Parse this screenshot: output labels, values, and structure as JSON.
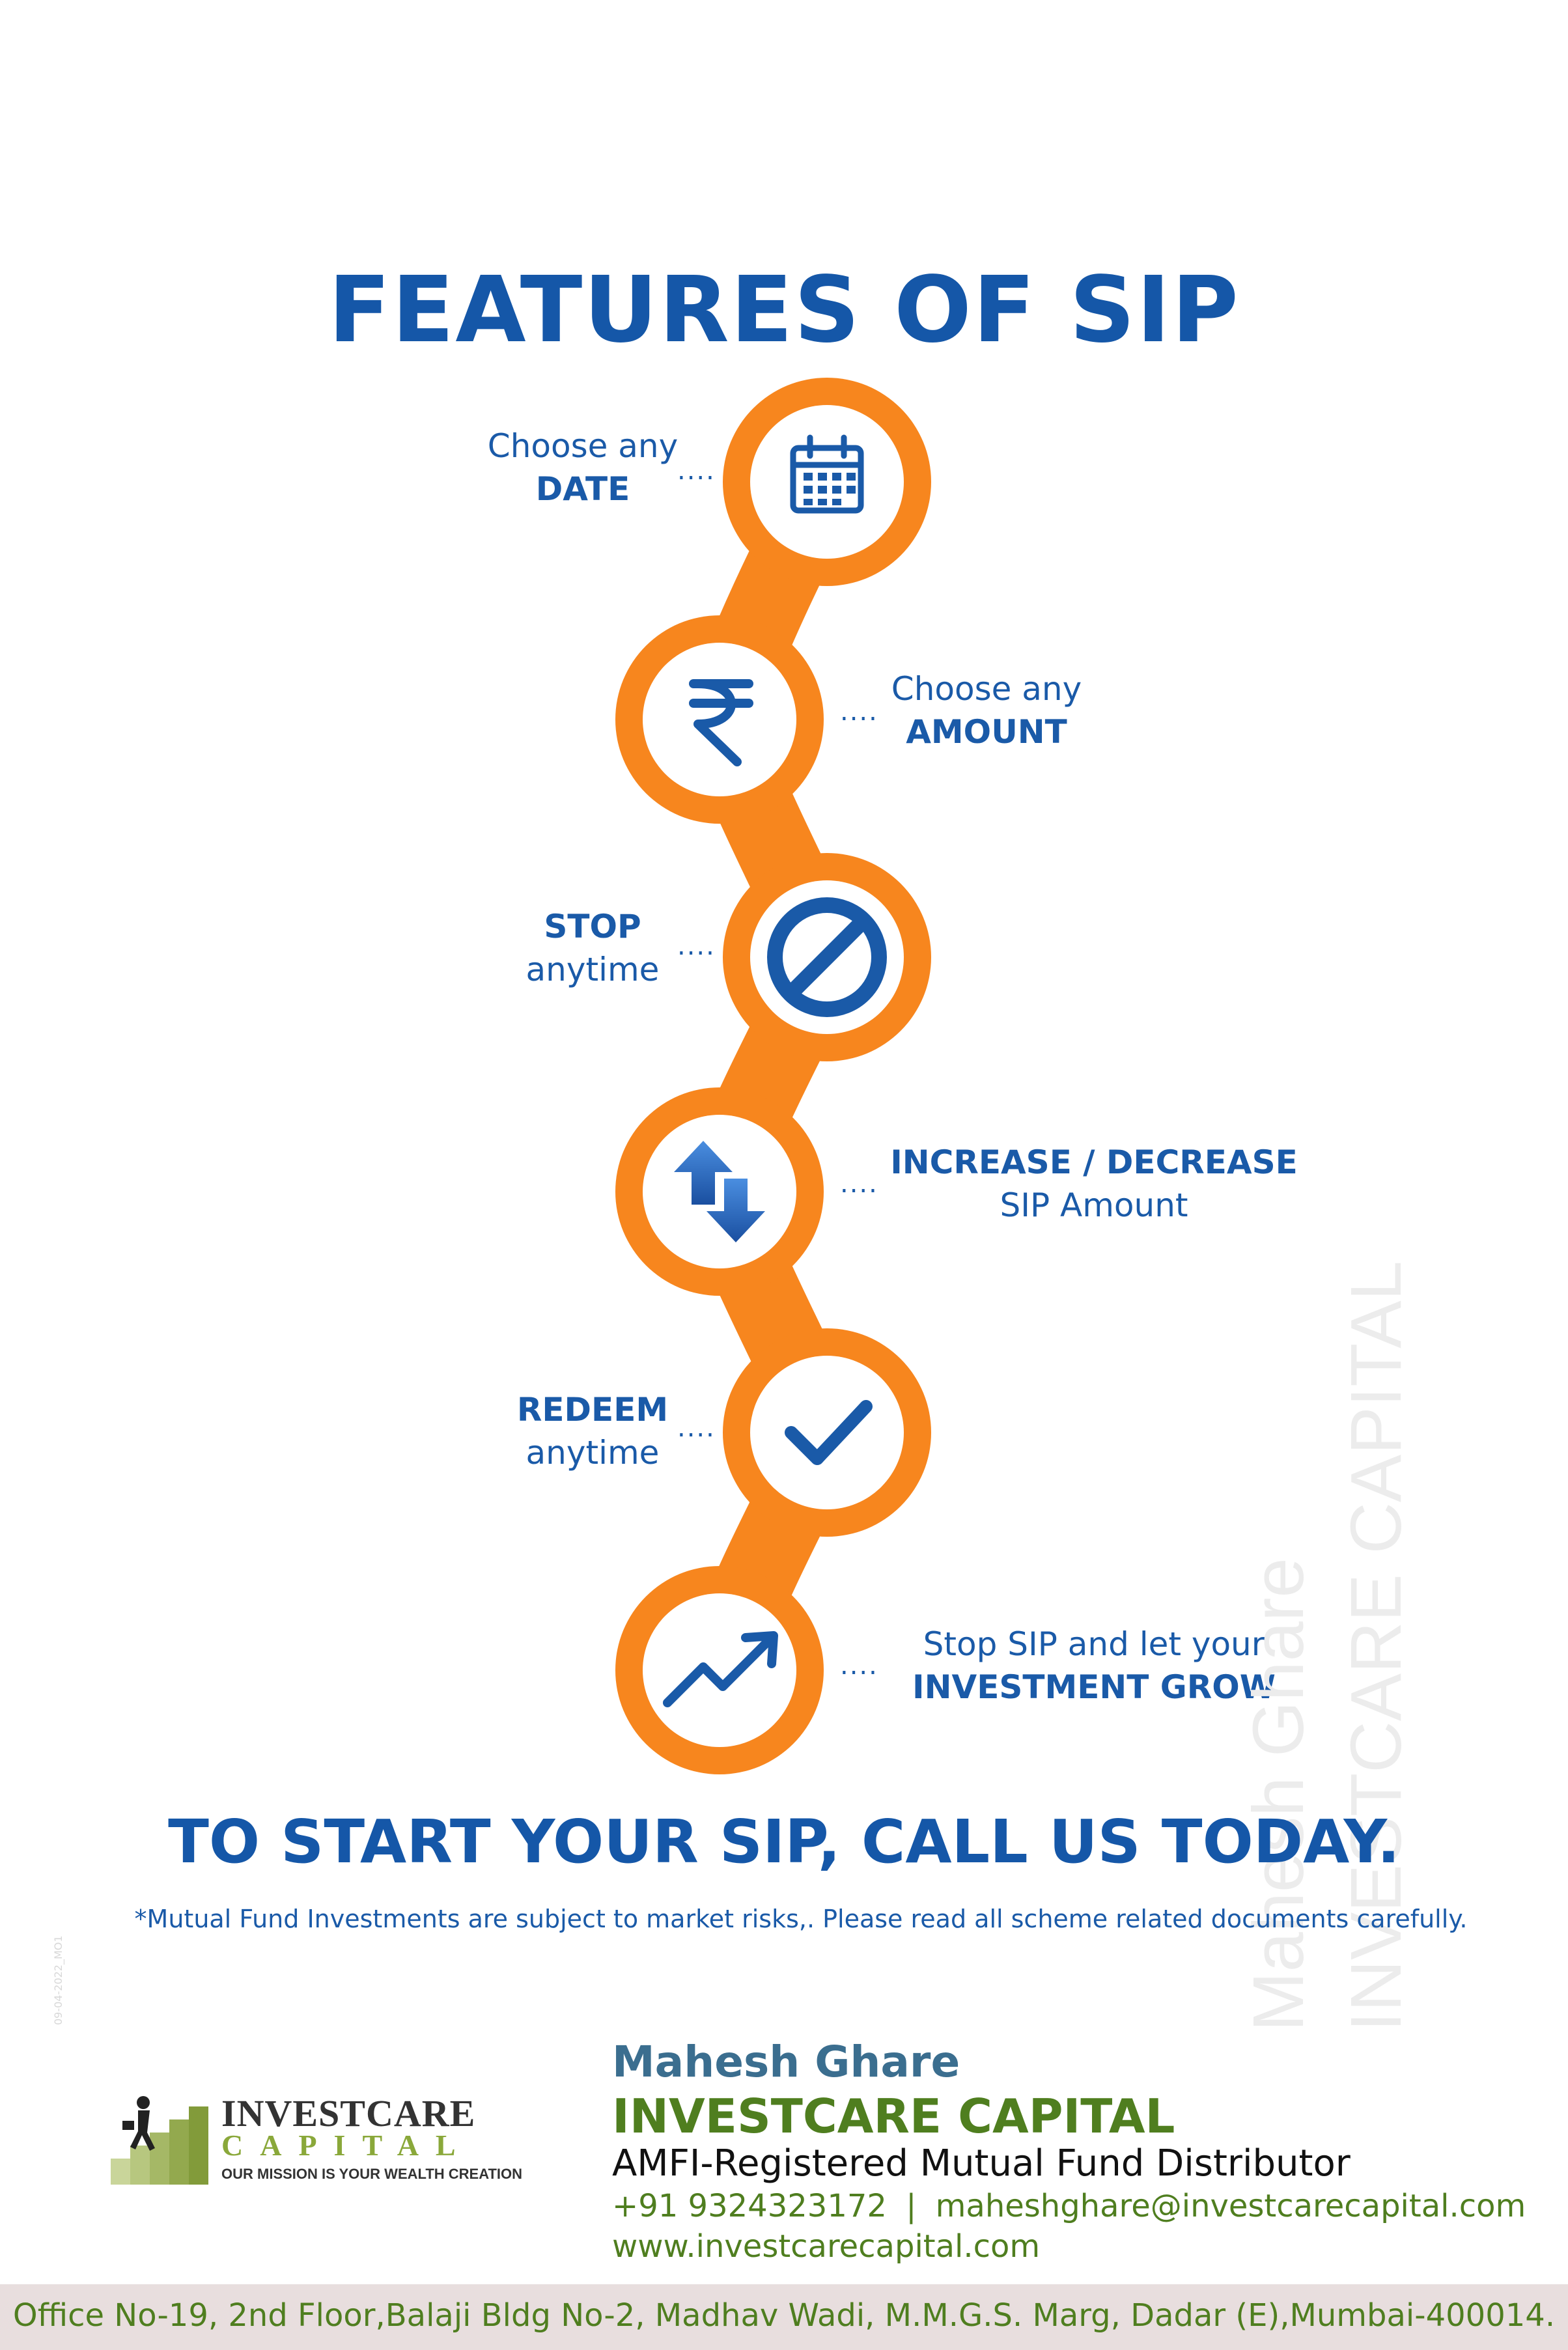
{
  "title": "FEATURES OF SIP",
  "features": [
    {
      "line1": "Choose any",
      "line2": "DATE",
      "icon": "calendar-icon"
    },
    {
      "line1": "Choose any",
      "line2": "AMOUNT",
      "icon": "rupee-icon"
    },
    {
      "line1": "STOP",
      "line2": "anytime",
      "icon": "stop-icon"
    },
    {
      "line1": "INCREASE / DECREASE",
      "line2": "SIP Amount",
      "icon": "up-down-arrows-icon"
    },
    {
      "line1": "REDEEM",
      "line2": "anytime",
      "icon": "check-icon"
    },
    {
      "line1": "Stop SIP and let your",
      "line2": "INVESTMENT GROW",
      "icon": "growth-arrow-icon"
    }
  ],
  "dots": "....",
  "cta": "TO START YOUR SIP, CALL US TODAY.",
  "disclaimer": "*Mutual Fund Investments are subject to market risks,. Please read all scheme related documents carefully.",
  "watermark": {
    "name": "Mahesh Ghare",
    "company": "INVESTCARE CAPITAL"
  },
  "side_code": "09-04-2022_MO1",
  "logo": {
    "name": "INVESTCARE",
    "capital": "CAPITAL",
    "tagline": "OUR MISSION IS YOUR WEALTH CREATION"
  },
  "contact": {
    "person": "Mahesh Ghare",
    "company": "INVESTCARE CAPITAL",
    "role": "AMFI-Registered Mutual Fund Distributor",
    "phone": "+91 9324323172",
    "separator": "|",
    "email": "maheshghare@investcarecapital.com",
    "website": "www.investcarecapital.com"
  },
  "address": "Office No-19, 2nd Floor,Balaji Bldg No-2, Madhav Wadi, M.M.G.S. Marg, Dadar (E),Mumbai-400014.",
  "colors": {
    "orange": "#f7861e",
    "blue": "#1557a8",
    "green": "#4f7e1f",
    "footer_bg": "#e8dede"
  }
}
